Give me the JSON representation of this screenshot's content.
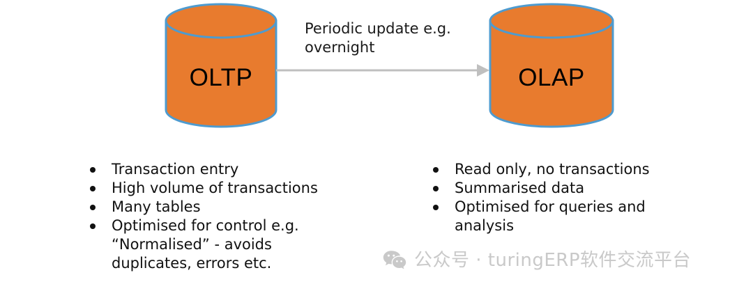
{
  "diagram": {
    "title": "OLTP to OLAP periodic update",
    "colors": {
      "cylinder_fill": "#E87B2E",
      "cylinder_stroke": "#4E9BCF",
      "arrow": "#BFBFBF",
      "text": "#111111",
      "watermark": "#C9C9C9",
      "background": "#FFFFFF"
    },
    "nodes": [
      {
        "id": "oltp",
        "label": "OLTP",
        "shape": "cylinder"
      },
      {
        "id": "olap",
        "label": "OLAP",
        "shape": "cylinder"
      }
    ],
    "edge": {
      "from": "oltp",
      "to": "olap",
      "label_lines": [
        "Periodic update e.g.",
        "overnight"
      ],
      "arrowhead": "triangle-right"
    },
    "lists": [
      {
        "id": "oltp-properties",
        "items": [
          {
            "lines": [
              "Transaction entry"
            ]
          },
          {
            "lines": [
              "High volume of transactions"
            ]
          },
          {
            "lines": [
              "Many tables"
            ]
          },
          {
            "lines": [
              "Optimised for control e.g.",
              "“Normalised” - avoids",
              "duplicates, errors etc."
            ]
          }
        ]
      },
      {
        "id": "olap-properties",
        "items": [
          {
            "lines": [
              "Read only, no transactions"
            ]
          },
          {
            "lines": [
              "Summarised data"
            ]
          },
          {
            "lines": [
              "Optimised for queries and",
              "analysis"
            ]
          }
        ]
      }
    ],
    "watermark": {
      "icon": "wechat-icon",
      "text": "公众号 · turingERP软件交流平台"
    }
  }
}
